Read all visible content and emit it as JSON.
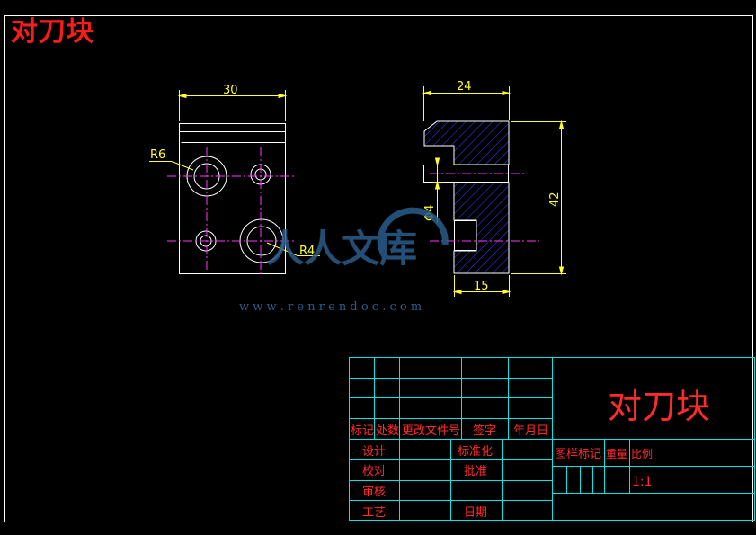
{
  "drawing": {
    "corner_title": "对刀块",
    "part_name": "对刀块",
    "scale": "1:1"
  },
  "dimensions": {
    "front_width": "30",
    "side_width": "24",
    "side_height": "42",
    "side_bottom": "15",
    "hole_dia": "Φ4",
    "radius_large": "R6",
    "radius_small": "R4"
  },
  "title_block": {
    "row_headers": [
      "标记",
      "处数",
      "更改文件号",
      "签字",
      "年月日"
    ],
    "design": "设计",
    "standardize": "标准化",
    "check": "校对",
    "approve": "批准",
    "review": "审核",
    "process": "工艺",
    "date": "日期",
    "pattern_mark": "图样标记",
    "weight": "重量",
    "ratio": "比例"
  },
  "watermark": {
    "logo_text": "人人文库",
    "url": "w w w . r e n r e n d o c . c o m"
  },
  "colors": {
    "background": "#000000",
    "outline": "#ffffff",
    "dimension": "#ffff33",
    "centerline": "#ff33ff",
    "hatch": "#3344ff",
    "titleblock_lines": "#00ffff",
    "text_red": "#ff2b2b",
    "watermark": "#2a5d8c"
  }
}
